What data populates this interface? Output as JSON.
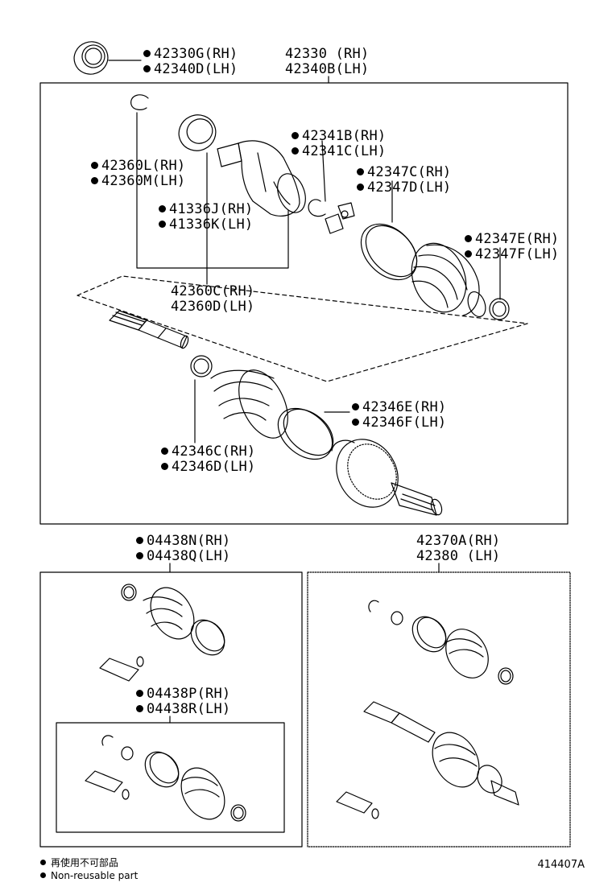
{
  "callouts": {
    "c_42330G": [
      "42330G(RH)",
      "42340D(LH)"
    ],
    "c_42330": [
      "42330  (RH)",
      "42340B(LH)"
    ],
    "c_42341B": [
      "42341B(RH)",
      "42341C(LH)"
    ],
    "c_42360L": [
      "42360L(RH)",
      "42360M(LH)"
    ],
    "c_42347C": [
      "42347C(RH)",
      "42347D(LH)"
    ],
    "c_41336J": [
      "41336J(RH)",
      "41336K(LH)"
    ],
    "c_42347E": [
      "42347E(RH)",
      "42347F(LH)"
    ],
    "c_42360C": [
      "42360C(RH)",
      "42360D(LH)"
    ],
    "c_42346E": [
      "42346E(RH)",
      "42346F(LH)"
    ],
    "c_42346C": [
      "42346C(RH)",
      "42346D(LH)"
    ],
    "c_04438N": [
      "04438N(RH)",
      "04438Q(LH)"
    ],
    "c_42370A": [
      "42370A(RH)",
      "42380  (LH)"
    ],
    "c_04438P": [
      "04438P(RH)",
      "04438R(LH)"
    ]
  },
  "legend": {
    "line_jp": "再使用不可部品",
    "line_en": "Non-reusable part"
  },
  "diagram_code": "414407A"
}
